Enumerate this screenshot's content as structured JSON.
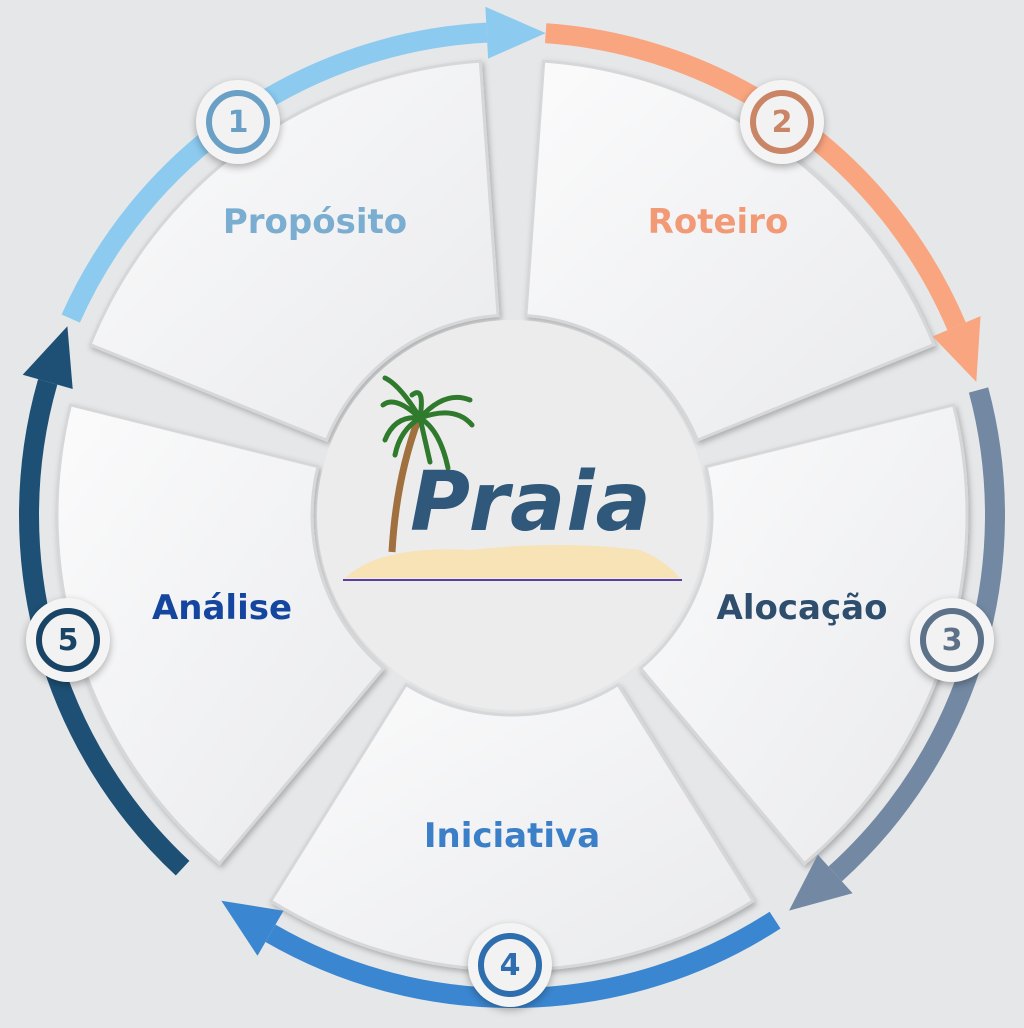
{
  "logo": {
    "text": "Praia"
  },
  "steps": [
    {
      "number": "1",
      "label": "Propósito",
      "color": "#8ccaf0",
      "text_color": "#7aadd0",
      "badge_color": "#6aa0c6"
    },
    {
      "number": "2",
      "label": "Roteiro",
      "color": "#f9a57f",
      "text_color": "#f29a76",
      "badge_color": "#c98566"
    },
    {
      "number": "3",
      "label": "Alocação",
      "color": "#7389a3",
      "text_color": "#2f4e6e",
      "badge_color": "#5d7189"
    },
    {
      "number": "4",
      "label": "Iniciativa",
      "color": "#3a86d0",
      "text_color": "#3a7fc8",
      "badge_color": "#2e6eae"
    },
    {
      "number": "5",
      "label": "Análise",
      "color": "#1e5075",
      "text_color": "#1446a0",
      "badge_color": "#1a4466"
    }
  ]
}
